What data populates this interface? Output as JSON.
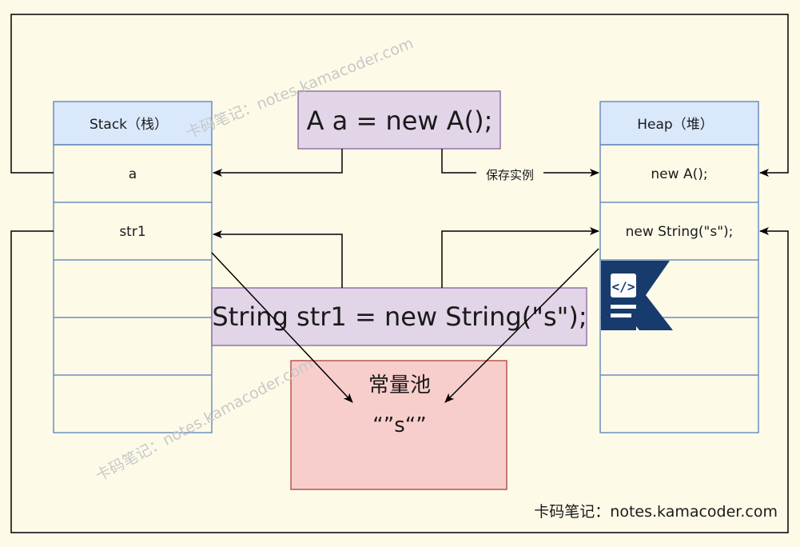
{
  "stack": {
    "header": "Stack（栈）",
    "rows": [
      "a",
      "str1",
      "",
      "",
      ""
    ]
  },
  "heap": {
    "header": "Heap（堆）",
    "rows": [
      "new A();",
      "new String(\"s\");",
      "",
      "",
      ""
    ]
  },
  "code_a": "A a = new A();",
  "code_str": "String str1 = new String(\"s\");",
  "edge_label": "保存实例",
  "pool": {
    "title": "常量池",
    "value": "“”s“”"
  },
  "watermark": "卡码笔记：notes.kamacoder.com",
  "colors": {
    "background": "#fdfbe8",
    "table_header_fill": "#dae8fc",
    "table_border": "#6c8ebf",
    "code_fill": "#e1d5e7",
    "code_border": "#9673a6",
    "pool_fill": "#f8cecc",
    "pool_border": "#b85450",
    "logo": "#173b6c"
  },
  "logo_icon": "kamacoder-logo-icon"
}
